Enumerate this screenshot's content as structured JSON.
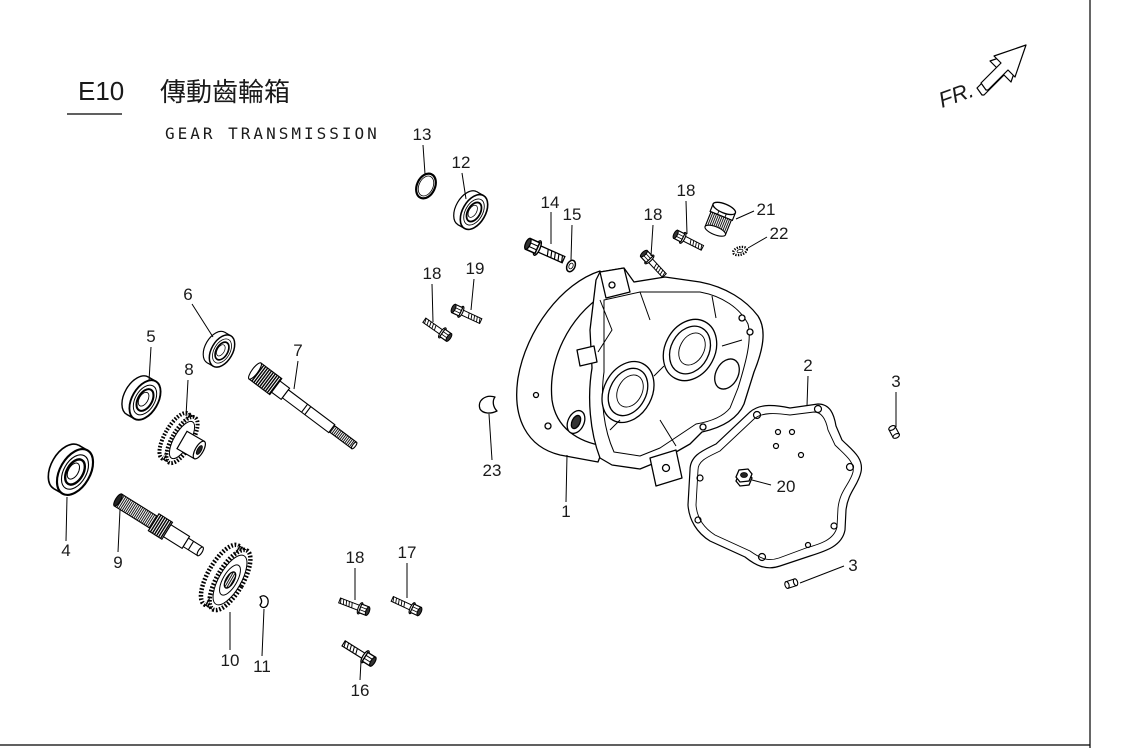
{
  "header": {
    "code": "E10",
    "title_zh": "傳動齒輪箱",
    "title_en": "GEAR TRANSMISSION"
  },
  "direction_label": "FR.",
  "callouts": [
    "13",
    "12",
    "14",
    "15",
    "18",
    "18",
    "21",
    "22",
    "18",
    "19",
    "6",
    "5",
    "7",
    "8",
    "2",
    "3",
    "23",
    "1",
    "20",
    "4",
    "9",
    "18",
    "17",
    "3",
    "10",
    "11",
    "16"
  ],
  "colors": {
    "line": "#000000",
    "background": "#ffffff"
  }
}
